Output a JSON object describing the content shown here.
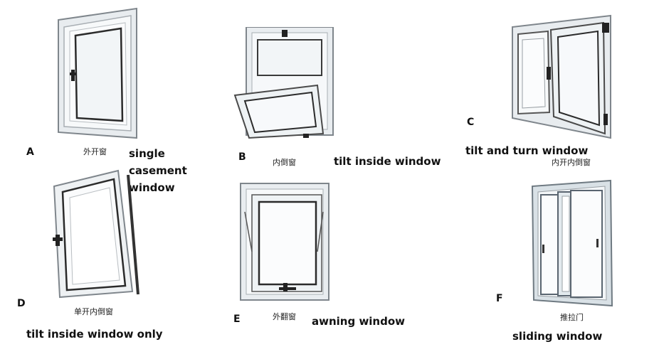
{
  "items": [
    {
      "letter": "A",
      "cn": "外开窗",
      "en": "single casement window"
    },
    {
      "letter": "B",
      "cn": "内倒窗",
      "en": "tilt inside window"
    },
    {
      "letter": "C",
      "cn": "内开内倒窗",
      "en": "tilt and turn window"
    },
    {
      "letter": "D",
      "cn": "单开内倒窗",
      "en": "tilt inside window only"
    },
    {
      "letter": "E",
      "cn": "外翻窗",
      "en": "awning window"
    },
    {
      "letter": "F",
      "cn": "推拉门",
      "en": "sliding window"
    }
  ],
  "icons": {
    "A": "casement-window-icon",
    "B": "tilt-window-icon",
    "C": "tilt-turn-window-icon",
    "D": "tilt-only-window-icon",
    "E": "awning-window-icon",
    "F": "sliding-window-icon"
  },
  "colors": {
    "frame": "#e6eaee",
    "frame_edge": "#8a9096",
    "glass": "#f4f7f9",
    "handle": "#2a2a2a"
  }
}
